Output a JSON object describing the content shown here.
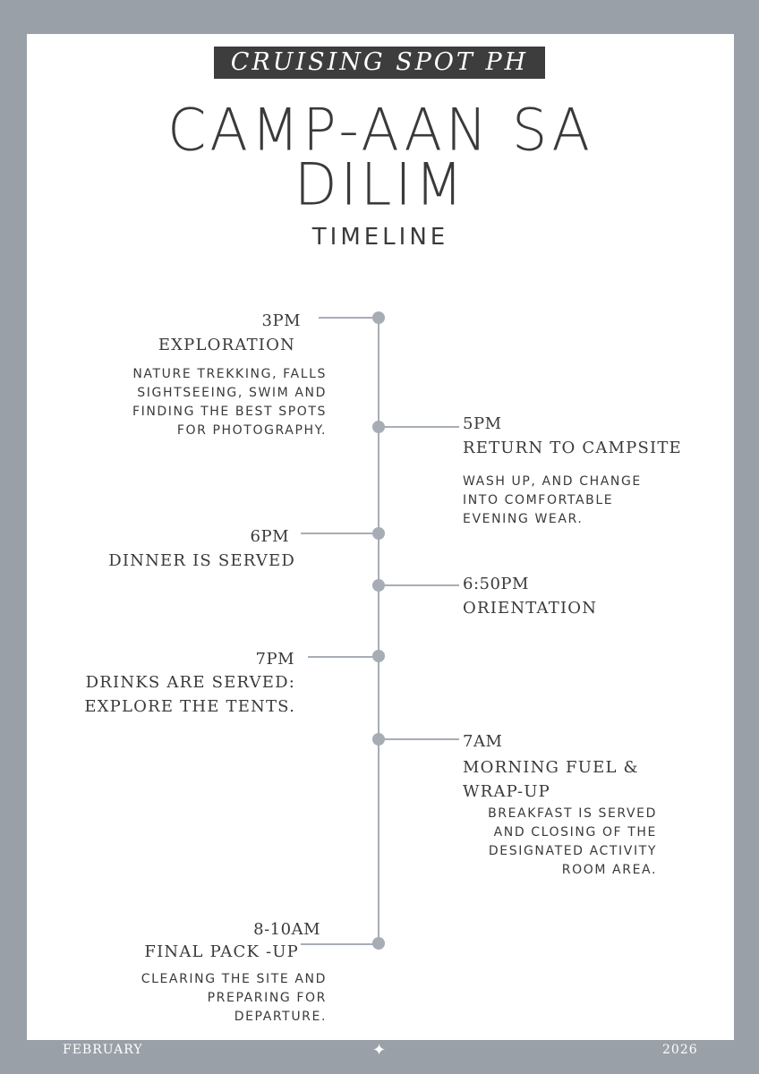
{
  "header": {
    "brand": "CRUISING SPOT PH",
    "title_line1": "CAMP-AAN SA",
    "title_line2": "DILIM",
    "subtitle": "TIMELINE"
  },
  "timeline": {
    "events": [
      {
        "time": "3PM",
        "title": "EXPLORATION",
        "description": [
          "NATURE TREKKING,  FALLS",
          "SIGHTSEEING, SWIM AND",
          "FINDING THE BEST SPOTS",
          "FOR PHOTOGRAPHY."
        ]
      },
      {
        "time": "5PM",
        "title": "RETURN TO CAMPSITE",
        "description": [
          "WASH UP, AND CHANGE",
          "INTO COMFORTABLE",
          "EVENING WEAR."
        ]
      },
      {
        "time": "6PM",
        "title": "DINNER IS SERVED",
        "description": []
      },
      {
        "time": "6:50PM",
        "title": "ORIENTATION",
        "description": []
      },
      {
        "time": "7PM",
        "title": [
          "DRINKS ARE SERVED:",
          "EXPLORE THE TENTS."
        ],
        "description": []
      },
      {
        "time": "7AM",
        "title": [
          "MORNING FUEL &",
          "WRAP-UP"
        ],
        "description": [
          "BREAKFAST IS SERVED",
          "AND CLOSING OF THE",
          "DESIGNATED ACTIVITY",
          "ROOM AREA."
        ]
      },
      {
        "time": "8-10AM",
        "title": "FINAL PACK -UP",
        "description": [
          "CLEARING THE SITE AND",
          "PREPARING FOR",
          "DEPARTURE."
        ]
      }
    ]
  },
  "footer": {
    "month": "FEBRUARY",
    "year": "2026",
    "center_glyph": "✦"
  },
  "colors": {
    "frame": "#9aa0a8",
    "line": "#a7adb5",
    "text": "#3a3a3a",
    "brand_bg": "#3d3d3d"
  }
}
